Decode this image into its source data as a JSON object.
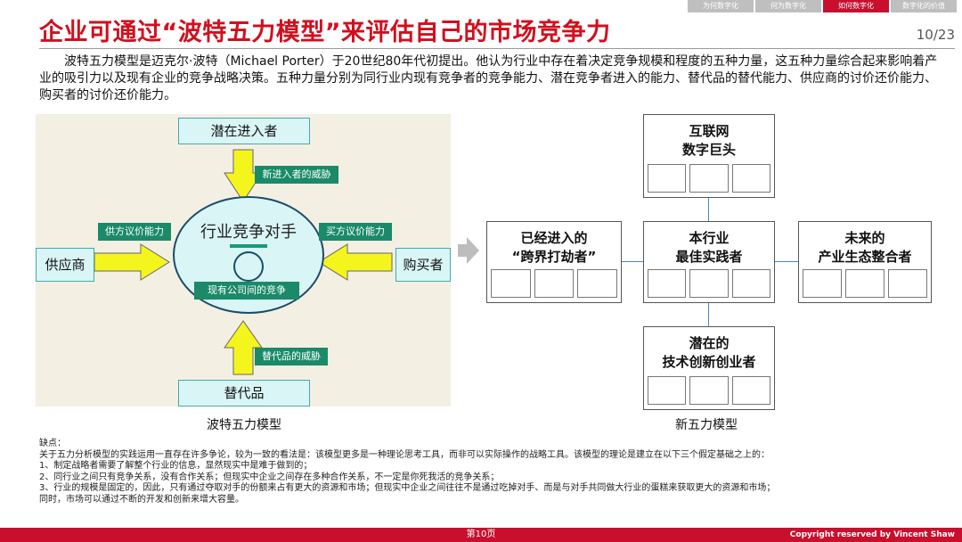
{
  "nav": {
    "tabs": [
      {
        "label": "为何数字化"
      },
      {
        "label": "何为数字化"
      },
      {
        "label": "如何数字化",
        "active": true
      },
      {
        "label": "数字化的价值"
      }
    ]
  },
  "title": "企业可通过“波特五力模型”来评估自己的市场竞争力",
  "page_indicator": "10/23",
  "intro": "波特五力模型是迈克尔·波特（Michael Porter）于20世纪80年代初提出。他认为行业中存在着决定竞争规模和程度的五种力量，这五种力量综合起来影响着产业的吸引力以及现有企业的竞争战略决策。五种力量分别为同行业内现有竞争者的竞争能力、潜在竞争者进入的能力、替代品的替代能力、供应商的讨价还价能力、购买者的讨价还价能力。",
  "porter": {
    "top": "潜在进入者",
    "left": "供应商",
    "right": "购买者",
    "bottom": "替代品",
    "center": "行业竞争对手",
    "center_sub": "现有公司间的竞争",
    "label_top": "新进入者的威胁",
    "label_left": "供方议价能力",
    "label_right": "买方议价能力",
    "label_bottom": "替代品的威胁",
    "caption": "波特五力模型"
  },
  "new_model": {
    "top": "互联网\n数字巨头",
    "left": "已经进入的\n“跨界打劫者”",
    "center": "本行业\n最佳实践者",
    "right": "未来的\n产业生态整合者",
    "bottom": "潜在的\n技术创新创业者",
    "caption": "新五力模型"
  },
  "notes": {
    "heading": "缺点：",
    "lines": [
      "关于五力分析模型的实践运用一直存在许多争论，较为一致的看法是：该模型更多是一种理论思考工具，而非可以实际操作的战略工具。该模型的理论是建立在以下三个假定基础之上的：",
      "1、制定战略者需要了解整个行业的信息，显然现实中是难于做到的；",
      "2、同行业之间只有竞争关系，没有合作关系；但现实中企业之间存在多种合作关系，不一定是你死我活的竞争关系；",
      "3、行业的规模是固定的，因此，只有通过夺取对手的份额来占有更大的资源和市场；但现实中企业之间往往不是通过吃掉对手、而是与对手共同做大行业的蛋糕来获取更大的资源和市场；",
      "同时，市场可以通过不断的开发和创新来增大容量。"
    ]
  },
  "footer": {
    "page": "第10页",
    "copyright": "Copyright reserved by Vincent Shaw"
  },
  "colors": {
    "brand_red": "#c8102e",
    "title_red": "#d10f1e",
    "arrow_yellow": "#f5f51e",
    "label_green": "#1a8a68",
    "connector_blue": "#4a86c5"
  }
}
